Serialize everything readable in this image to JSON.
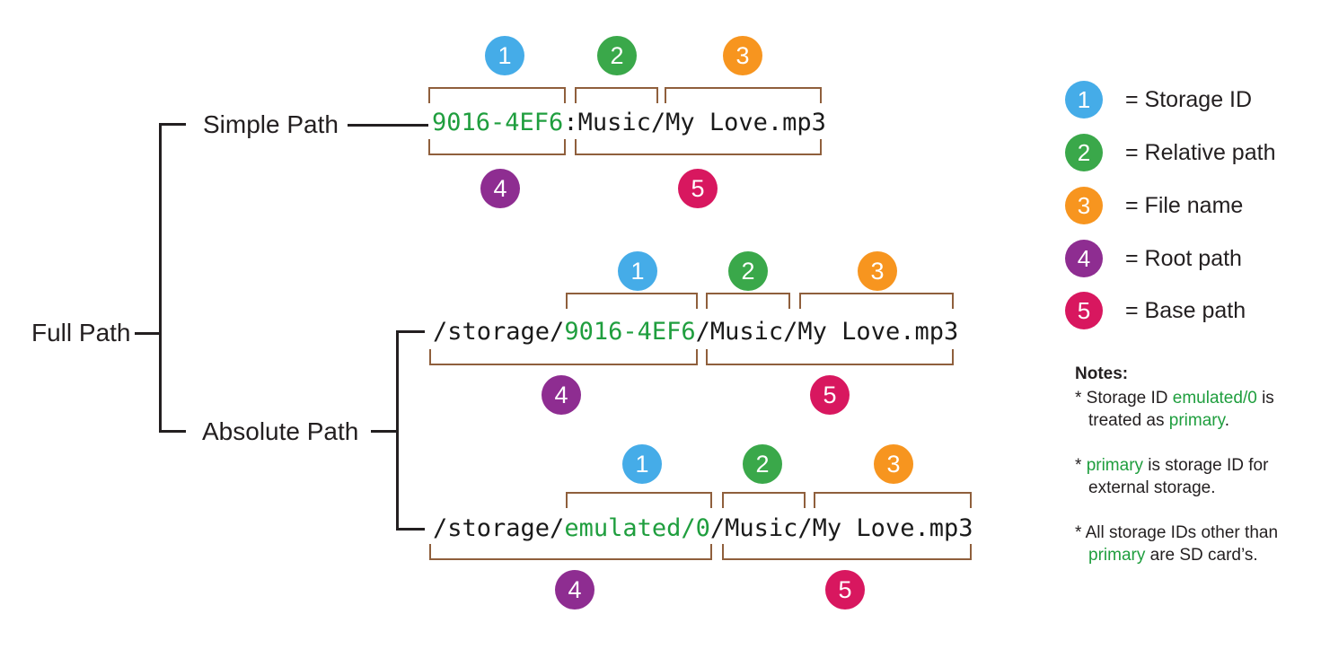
{
  "tree": {
    "root_label": "Full Path",
    "simple_label": "Simple Path",
    "absolute_label": "Absolute Path"
  },
  "paths": {
    "simple": {
      "storage_id": "9016-4EF6",
      "rest": ":Music/My Love.mp3"
    },
    "absolute_sd": {
      "pre": "/storage/",
      "storage_id": "9016-4EF6",
      "rest": "/Music/My Love.mp3"
    },
    "absolute_emulated": {
      "pre": "/storage/",
      "storage_id": "emulated/0",
      "rest": "/Music/My Love.mp3"
    }
  },
  "legend": {
    "items": [
      {
        "num": "1",
        "label": "= Storage ID",
        "color": "#45ACE8"
      },
      {
        "num": "2",
        "label": "= Relative path",
        "color": "#3AA84A"
      },
      {
        "num": "3",
        "label": "= File name",
        "color": "#F7951F"
      },
      {
        "num": "4",
        "label": "= Root path",
        "color": "#8E2D91"
      },
      {
        "num": "5",
        "label": "= Base path",
        "color": "#D8175F"
      }
    ]
  },
  "notes": {
    "title": "Notes:",
    "note1": {
      "l1a": "* Storage ID ",
      "l1b": "emulated/0",
      "l1c": " is",
      "l2a": "treated as ",
      "l2b": "primary",
      "l2c": "."
    },
    "note2": {
      "l1a": "* ",
      "l1b": "primary",
      "l1c": " is storage ID for",
      "l2a": "external storage."
    },
    "note3": {
      "l1a": "* All storage IDs other than",
      "l2a": "primary",
      "l2b": " are SD card’s."
    }
  },
  "colors": {
    "ink": "#231F20",
    "code_text": "#1A1A1A",
    "code_green": "#1F9E3E",
    "bracket_brown": "#8F5F3C",
    "background": "#FFFFFF"
  }
}
